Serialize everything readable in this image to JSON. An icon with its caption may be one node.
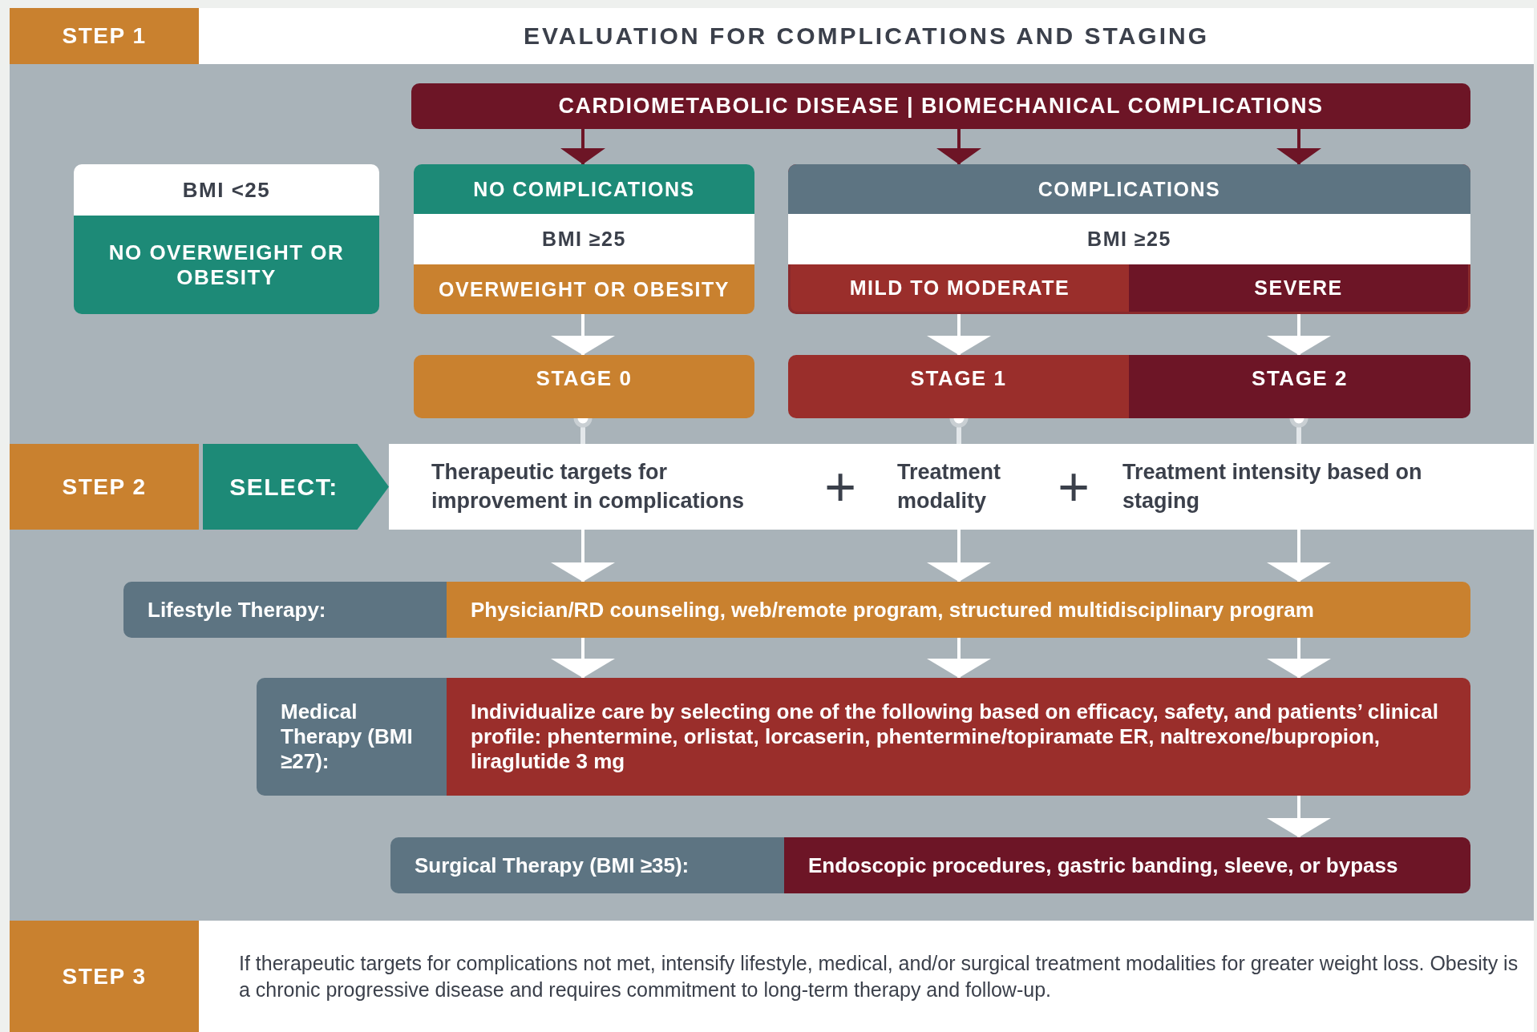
{
  "diagram": {
    "title": "EVALUATION FOR COMPLICATIONS AND STAGING",
    "nodes": [
      {
        "text": [
          "STEP 1"
        ]
      },
      {
        "text": [
          "CARDIOMETABOLIC DISEASE | BIOMECHANICAL COMPLICATIONS"
        ]
      },
      {
        "text": [
          "BMI <25",
          "NO OVERWEIGHT OR OBESITY"
        ]
      },
      {
        "text": [
          "NO COMPLICATIONS",
          "BMI ≥25",
          "OVERWEIGHT OR OBESITY"
        ]
      },
      {
        "text": [
          "COMPLICATIONS",
          "BMI ≥25"
        ]
      },
      {
        "text": [
          "MILD TO MODERATE"
        ],
        "in": 4
      },
      {
        "text": [
          "SEVERE"
        ],
        "in": 4
      },
      {
        "text": [
          "STAGE 0"
        ]
      },
      {
        "text": [
          "STAGE 1"
        ]
      },
      {
        "text": [
          "STAGE 2"
        ]
      },
      {
        "text": [
          "STEP 2"
        ]
      },
      {
        "text": [
          "SELECT:"
        ]
      },
      {
        "text": [
          "Therapeutic targets for improvement in complications"
        ]
      },
      {
        "text": [
          "Treatment modality"
        ]
      },
      {
        "text": [
          "Treatment intensity based on staging"
        ]
      },
      {
        "text": [
          "Lifestyle Therapy:",
          "Physician/RD counseling, web/remote program, structured multidisciplinary program"
        ]
      },
      {
        "text": [
          "Medical Therapy (BMI ≥27):",
          "Individualize care by selecting one of the following based on efficacy, safety, and patients’ clinical profile: phentermine, orlistat, lorcaserin, phentermine/topiramate ER, naltrexone/bupropion, liraglutide 3 mg"
        ]
      },
      {
        "text": [
          "Surgical Therapy (BMI ≥35):",
          "Endoscopic procedures, gastric banding, sleeve, or bypass"
        ]
      },
      {
        "text": [
          "STEP 3"
        ]
      },
      {
        "text": [
          "If therapeutic targets for complications not met, intensify lifestyle, medical, and/or surgical treatment modalities for greater weight loss. Obesity is a chronic progressive disease and requires commitment to long-term therapy and follow-up."
        ]
      }
    ],
    "edges": [
      {
        "from": 1,
        "to": 3,
        "arrow": "to",
        "color": "#6d1526"
      },
      {
        "from": 1,
        "to": 4,
        "arrow": "to",
        "color": "#6d1526"
      },
      {
        "from": 1,
        "to": 4,
        "arrow": "to",
        "color": "#6d1526"
      },
      {
        "from": 3,
        "to": 7,
        "arrow": "to"
      },
      {
        "from": 5,
        "to": 8,
        "arrow": "to"
      },
      {
        "from": 6,
        "to": 9,
        "arrow": "to"
      },
      {
        "from": 7,
        "to": 12,
        "arrow": "other"
      },
      {
        "from": 8,
        "to": 13,
        "arrow": "other"
      },
      {
        "from": 9,
        "to": 14,
        "arrow": "other"
      },
      {
        "from": 12,
        "to": 15,
        "arrow": "to"
      },
      {
        "from": 13,
        "to": 15,
        "arrow": "to"
      },
      {
        "from": 14,
        "to": 15,
        "arrow": "to"
      },
      {
        "from": 15,
        "to": 16,
        "arrow": "to"
      },
      {
        "from": 15,
        "to": 16,
        "arrow": "to"
      },
      {
        "from": 15,
        "to": 16,
        "arrow": "to"
      },
      {
        "from": 16,
        "to": 17,
        "arrow": "to"
      }
    ],
    "labels": [
      "+",
      "+"
    ]
  }
}
